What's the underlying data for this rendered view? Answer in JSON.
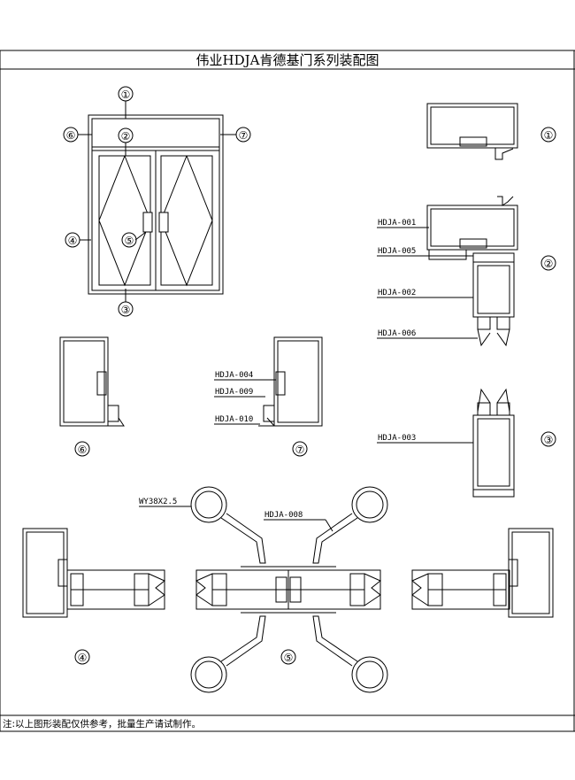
{
  "title": "伟业HDJA肯德基门系列装配图",
  "note": "注:以上图形装配仅供参考，批量生产请试制作。",
  "markers": {
    "m1": "①",
    "m2": "②",
    "m3": "③",
    "m4": "④",
    "m5": "⑤",
    "m6": "⑥",
    "m7": "⑦"
  },
  "parts": {
    "p001": "HDJA-001",
    "p002": "HDJA-002",
    "p003": "HDJA-003",
    "p004": "HDJA-004",
    "p005": "HDJA-005",
    "p006": "HDJA-006",
    "p008": "HDJA-008",
    "p009": "HDJA-009",
    "p010": "HDJA-010",
    "pipe": "WY38X2.5"
  }
}
